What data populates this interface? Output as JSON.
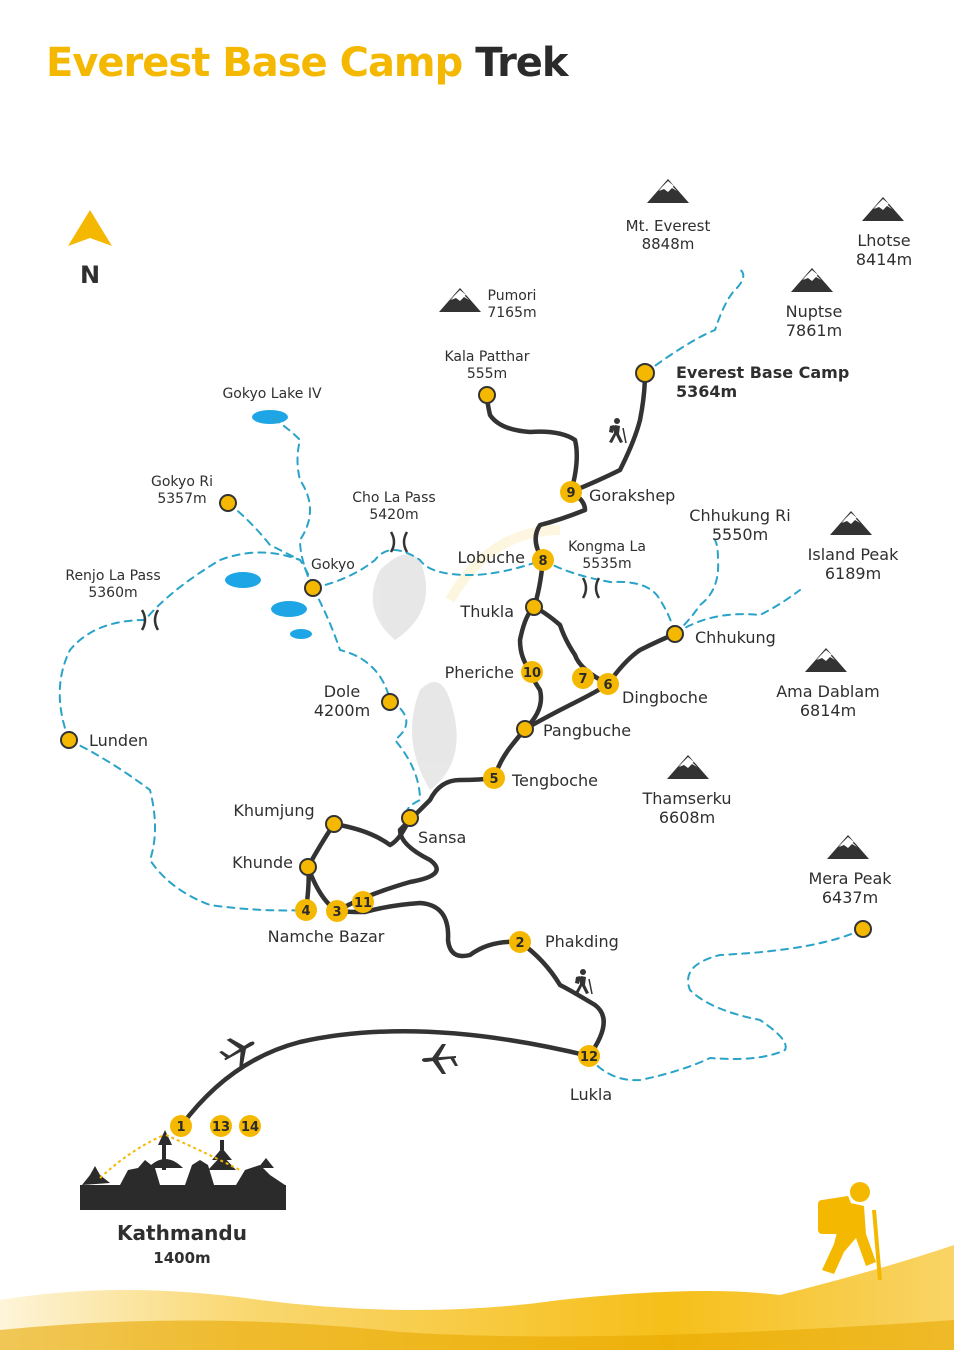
{
  "title": {
    "part1": "Everest Base Camp",
    "part2": "Trek"
  },
  "north": "N",
  "colors": {
    "accent": "#f5b800",
    "route": "#333333",
    "dashed": "#2aa3c8",
    "lake": "#1ea5e6",
    "mountain": "#333333"
  },
  "peaks": [
    {
      "id": "everest",
      "name": "Mt. Everest",
      "alt": "8848m"
    },
    {
      "id": "lhotse",
      "name": "Lhotse",
      "alt": "8414m"
    },
    {
      "id": "nuptse",
      "name": "Nuptse",
      "alt": "7861m"
    },
    {
      "id": "pumori",
      "name": "Pumori",
      "alt": "7165m"
    },
    {
      "id": "island",
      "name": "Island Peak",
      "alt": "6189m"
    },
    {
      "id": "amadablam",
      "name": "Ama Dablam",
      "alt": "6814m"
    },
    {
      "id": "thamserku",
      "name": "Thamserku",
      "alt": "6608m"
    },
    {
      "id": "mera",
      "name": "Mera Peak",
      "alt": "6437m"
    }
  ],
  "places": [
    {
      "id": "ebc",
      "name": "Everest Base Camp",
      "alt": "5364m"
    },
    {
      "id": "kala",
      "name": "Kala Patthar",
      "alt": "555m"
    },
    {
      "id": "gokyolake",
      "name": "Gokyo Lake IV"
    },
    {
      "id": "gokyori",
      "name": "Gokyo Ri",
      "alt": "5357m"
    },
    {
      "id": "chola",
      "name": "Cho La Pass",
      "alt": "5420m"
    },
    {
      "id": "gokyo",
      "name": "Gokyo"
    },
    {
      "id": "renjo",
      "name": "Renjo La Pass",
      "alt": "5360m"
    },
    {
      "id": "gorakshep",
      "name": "Gorakshep"
    },
    {
      "id": "chhukungri",
      "name": "Chhukung Ri",
      "alt": "5550m"
    },
    {
      "id": "lobuche",
      "name": "Lobuche"
    },
    {
      "id": "kongma",
      "name": "Kongma La",
      "alt": "5535m"
    },
    {
      "id": "thukla",
      "name": "Thukla"
    },
    {
      "id": "chhukung",
      "name": "Chhukung"
    },
    {
      "id": "pheriche",
      "name": "Pheriche"
    },
    {
      "id": "dingboche",
      "name": "Dingboche"
    },
    {
      "id": "dole",
      "name": "Dole",
      "alt": "4200m"
    },
    {
      "id": "lunden",
      "name": "Lunden"
    },
    {
      "id": "pangbuche",
      "name": "Pangbuche"
    },
    {
      "id": "tengboche",
      "name": "Tengboche"
    },
    {
      "id": "khumjung",
      "name": "Khumjung"
    },
    {
      "id": "sansa",
      "name": "Sansa"
    },
    {
      "id": "khunde",
      "name": "Khunde"
    },
    {
      "id": "namche",
      "name": "Namche Bazar"
    },
    {
      "id": "phakding",
      "name": "Phakding"
    },
    {
      "id": "lukla",
      "name": "Lukla"
    },
    {
      "id": "kathmandu",
      "name": "Kathmandu",
      "alt": "1400m"
    }
  ],
  "day_markers": [
    "1",
    "2",
    "3",
    "4",
    "5",
    "6",
    "7",
    "8",
    "9",
    "10",
    "11",
    "12",
    "13",
    "14"
  ]
}
